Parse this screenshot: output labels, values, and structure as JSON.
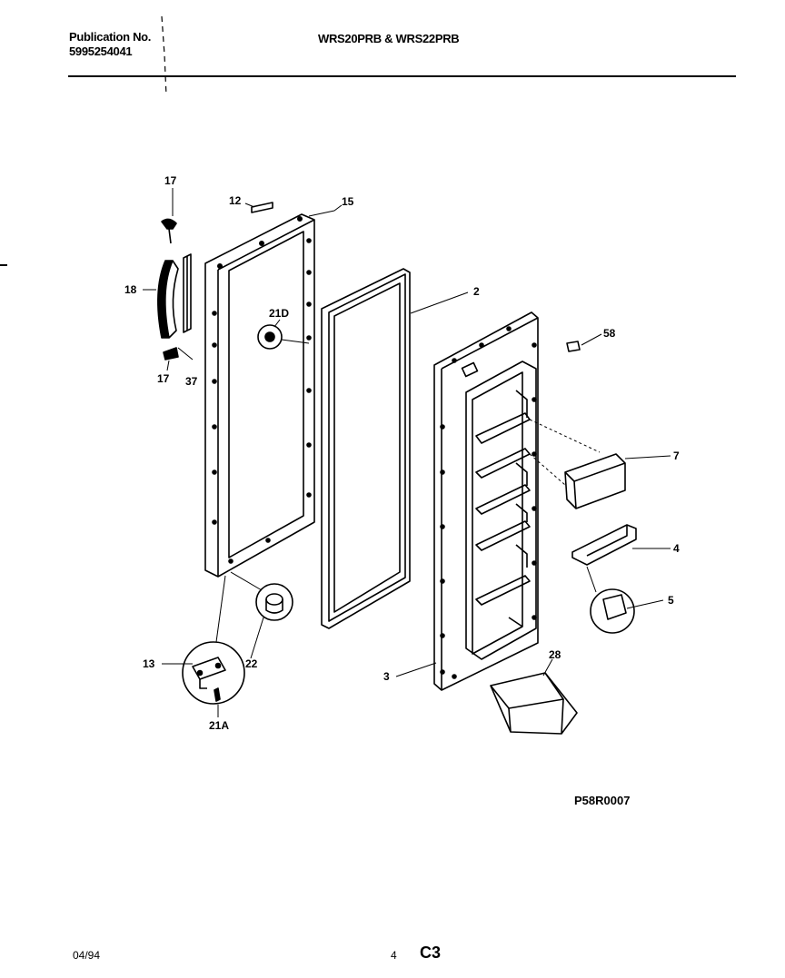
{
  "header": {
    "publication_label": "Publication No.",
    "publication_number": "5995254041",
    "models": "WRS20PRB & WRS22PRB"
  },
  "callouts": {
    "c17a": "17",
    "c12": "12",
    "c15": "15",
    "c18": "18",
    "c21d": "21D",
    "c2": "2",
    "c58": "58",
    "c17b": "17",
    "c37": "37",
    "c7": "7",
    "c4": "4",
    "c5": "5",
    "c13": "13",
    "c22": "22",
    "c28": "28",
    "c3": "3",
    "c21a": "21A"
  },
  "figure_code": "P58R0007",
  "footer": {
    "date": "04/94",
    "page": "4",
    "section": "C3"
  }
}
